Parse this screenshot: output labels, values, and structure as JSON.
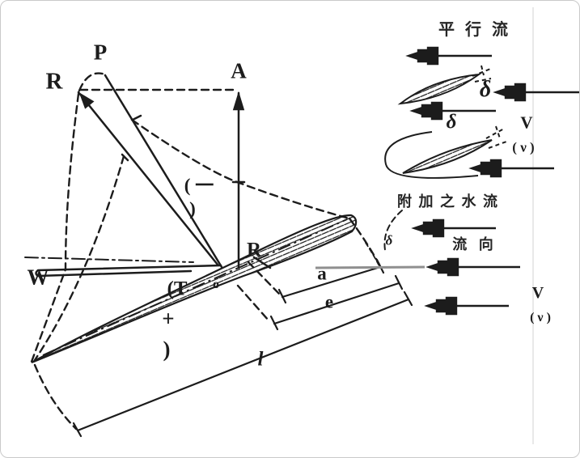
{
  "figure_title": "hydrofoil-force-and-flow-diagram",
  "colors": {
    "ink": "#1c1c1c",
    "gray_flow_line": "#8f8f8f",
    "frame_border": "#c9c9c9",
    "faint_rule": "#e0e0e0"
  },
  "icons": {
    "flow_arrow": "left-arrow",
    "flow_arrow_count": 7
  },
  "labels": {
    "p": "P",
    "r_top": "R",
    "a_force": "A",
    "w": "W",
    "r_center": "R",
    "origin": "o",
    "minus_note_open": "( 一",
    "minus_note_close": ")",
    "t_note_open": "(T",
    "t_note_plus": "+",
    "t_note_close": ")",
    "dim_a": "a",
    "dim_e": "e",
    "dim_l": "l",
    "parallel_flow": "平 行 流",
    "delta_top": "δ",
    "delta_mid": "δ",
    "delta_main": "δ",
    "v_top": "V",
    "nu_top": "( ν )",
    "added_flow": "附 加 之 水 流",
    "flow_direction": "流 向",
    "v_bottom": "V",
    "nu_bottom": "( ν )"
  }
}
